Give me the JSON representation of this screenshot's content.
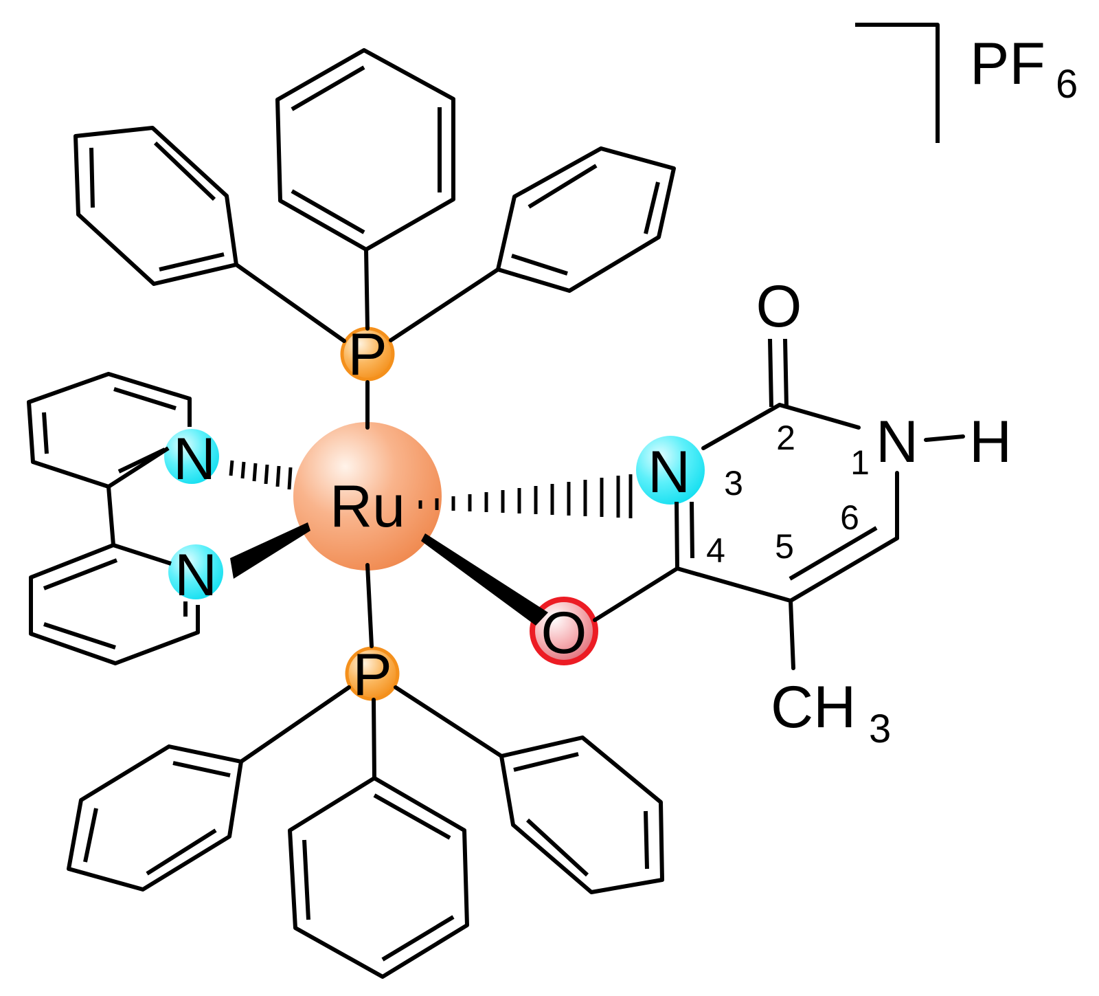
{
  "diagram": {
    "metal": {
      "symbol": "Ru",
      "color": "#f08a50"
    },
    "phosphorus_atoms": [
      {
        "symbol": "P",
        "color": "#f4901c"
      },
      {
        "symbol": "P",
        "color": "#f4901c"
      }
    ],
    "bipyridine_nitrogens": [
      {
        "symbol": "N",
        "color": "#15dff0"
      },
      {
        "symbol": "N",
        "color": "#15dff0"
      }
    ],
    "ligand": {
      "coordinating_nitrogen": {
        "symbol": "N",
        "color": "#15dff0"
      },
      "coordinating_oxygen": {
        "symbol": "O",
        "color": "#ec1c24"
      },
      "carbonyl_oxygen": "O",
      "nh_nitrogen": "N",
      "nh_hydrogen": "H",
      "methyl": {
        "main": "CH",
        "subscript": "3"
      },
      "position_numbers": [
        "1",
        "2",
        "3",
        "4",
        "5",
        "6"
      ]
    },
    "counterion": {
      "main": "PF",
      "subscript": "6"
    }
  }
}
